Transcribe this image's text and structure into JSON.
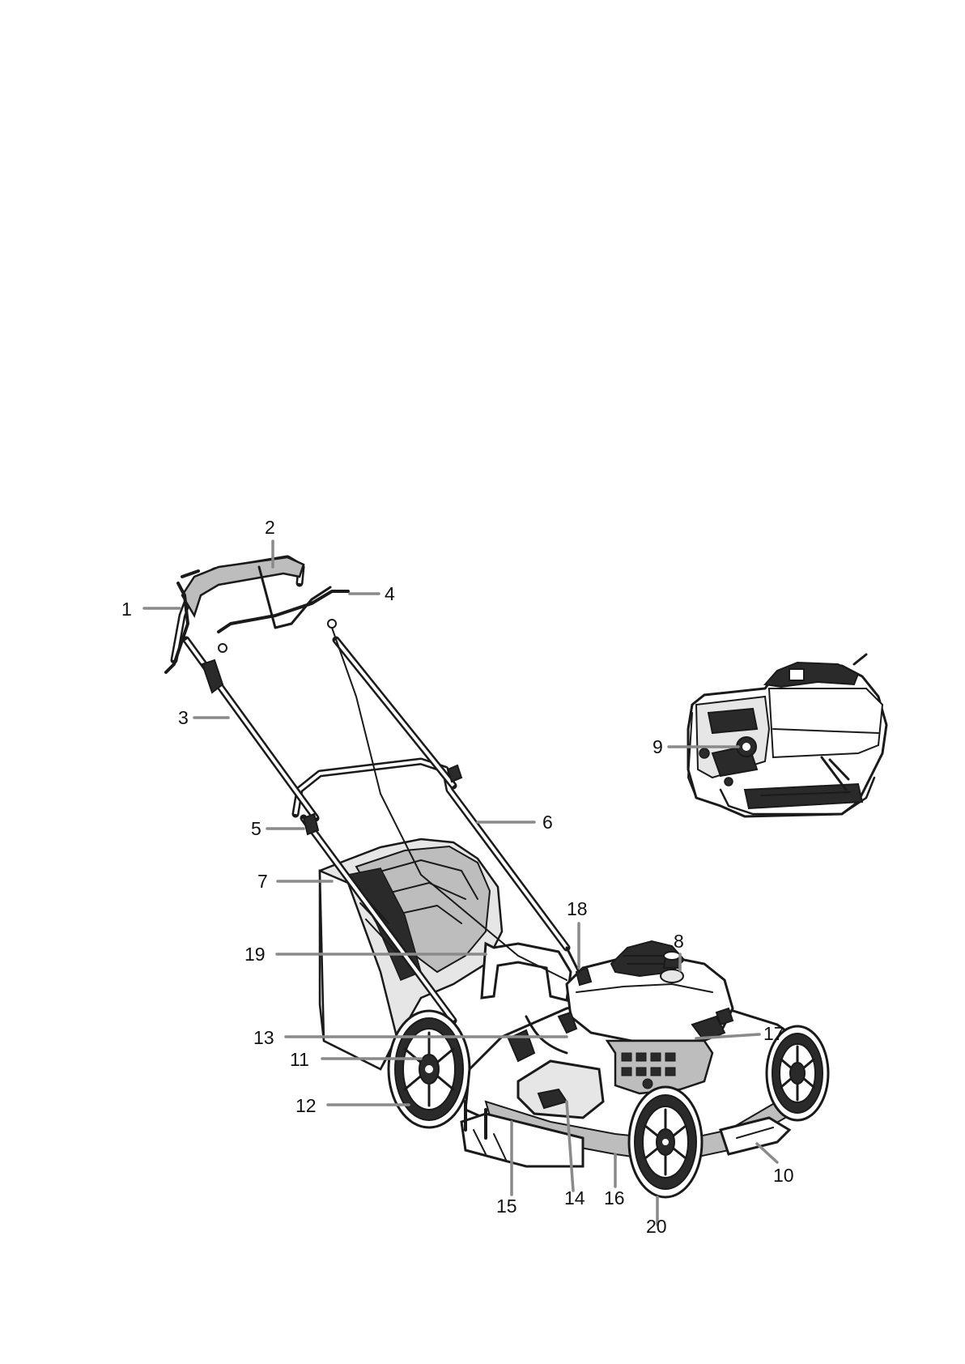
{
  "figure": {
    "callouts": [
      {
        "id": "1",
        "label": "1"
      },
      {
        "id": "2",
        "label": "2"
      },
      {
        "id": "3",
        "label": "3"
      },
      {
        "id": "4",
        "label": "4"
      },
      {
        "id": "5",
        "label": "5"
      },
      {
        "id": "6",
        "label": "6"
      },
      {
        "id": "7",
        "label": "7"
      },
      {
        "id": "8",
        "label": "8"
      },
      {
        "id": "9",
        "label": "9"
      },
      {
        "id": "10",
        "label": "10"
      },
      {
        "id": "11",
        "label": "11"
      },
      {
        "id": "12",
        "label": "12"
      },
      {
        "id": "13",
        "label": "13"
      },
      {
        "id": "14",
        "label": "14"
      },
      {
        "id": "15",
        "label": "15"
      },
      {
        "id": "16",
        "label": "16"
      },
      {
        "id": "17",
        "label": "17"
      },
      {
        "id": "18",
        "label": "18"
      },
      {
        "id": "19",
        "label": "19"
      },
      {
        "id": "20",
        "label": "20"
      }
    ]
  }
}
